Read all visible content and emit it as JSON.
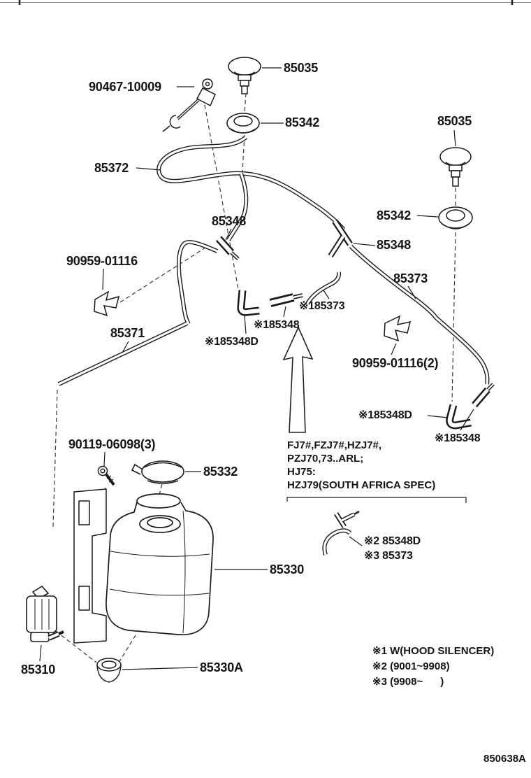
{
  "diagram": {
    "footer_code": "850638A",
    "labels": {
      "nozzle_top": "85035",
      "washer_rod": "90467-10009",
      "grommet_top": "85342",
      "nozzle_right": "85035",
      "hose_loop": "85372",
      "joint_mid": "85348",
      "grommet_right": "85342",
      "joint_y_right": "85348",
      "clip_left": "90959-01116",
      "hose_right": "85373",
      "hose_short": "※185373",
      "joint_straight": "※185348",
      "hose_left": "85371",
      "elbow_mid": "※185348D",
      "clip_right": "90959-01116(2)",
      "elbow_right": "※185348D",
      "joint_right": "※185348",
      "bolt": "90119-06098(3)",
      "cap": "85332",
      "tank": "85330",
      "elbow_lower": "※2 85348D",
      "hose_lower": "※3 85373",
      "motor": "85310",
      "tank_grommet": "85330A"
    },
    "spec_note": {
      "line1": "FJ7#,FZJ7#,HZJ7#,",
      "line2": "PZJ70,73..ARL;",
      "line3": "HJ75:",
      "line4": "HZJ79(SOUTH AFRICA SPEC)"
    },
    "notes": {
      "note1": "※1 W(HOOD SILENCER)",
      "note2": "※2 (9001~9908)",
      "note3": "※3 (9908~      )"
    }
  }
}
